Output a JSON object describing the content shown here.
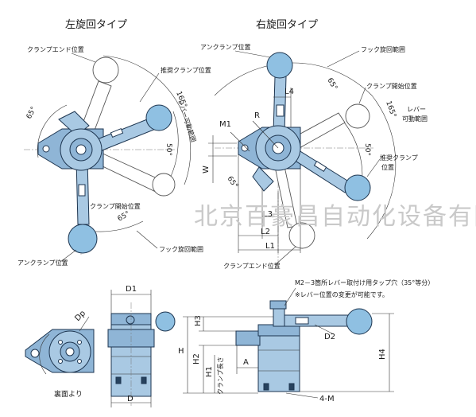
{
  "titles": {
    "left_rotation": "左旋回タイプ",
    "right_rotation": "右旋回タイプ"
  },
  "left_view": {
    "clamp_end": "クランプエンド位置",
    "recommended_clamp": "推奨クランプ位置",
    "lever_range": "レバー可動範囲",
    "clamp_start": "クランプ開始位置",
    "unclamp": "アンクランプ位置",
    "hook_range": "フック旋回範囲",
    "angle_65a": "65°",
    "angle_165": "165°",
    "angle_50": "50°",
    "angle_65b": "65°"
  },
  "right_view": {
    "unclamp": "アンクランプ位置",
    "hook_range": "フック旋回範囲",
    "clamp_start": "クランプ開始位置",
    "lever_range_1": "レバー",
    "lever_range_2": "可動範囲",
    "recommended_1": "推奨クランプ",
    "recommended_2": "位置",
    "clamp_end": "クランプエンド位置",
    "angle_65a": "65°",
    "angle_165": "165°",
    "angle_50": "50°",
    "angle_65b": "65°",
    "dims": {
      "l4": "L4",
      "r": "R",
      "m1": "M1",
      "w": "W",
      "l3": "L3",
      "l2": "L2",
      "l1": "L1"
    }
  },
  "bottom": {
    "back_view": "裏面より",
    "dp": "Dp",
    "d1": "D1",
    "d": "D",
    "h": "H",
    "h2": "H2",
    "h3": "H3",
    "h1": "H1",
    "stroke": "クランプ長さ",
    "a": "A",
    "d2": "D2",
    "h4": "H4",
    "m4": "4-M",
    "note_1": "M2－3箇所レバー取付け用タップ穴（35°等分）",
    "note_2": "※レバー位置の変更が可能です。"
  },
  "watermark": "北京百豪昌自动化设备有限公司",
  "colors": {
    "body": "#a9c9e3",
    "ball": "#8fc0e2",
    "outline": "#1d3550"
  }
}
